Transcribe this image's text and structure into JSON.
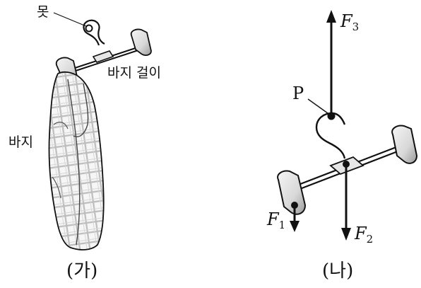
{
  "left_panel": {
    "label_nail": "못",
    "label_hanger": "바지 걸이",
    "label_pants": "바지",
    "caption": "(가)"
  },
  "right_panel": {
    "point_label": "P",
    "forces": [
      {
        "symbol": "F",
        "subscript": "3"
      },
      {
        "symbol": "F",
        "subscript": "1"
      },
      {
        "symbol": "F",
        "subscript": "2"
      }
    ],
    "caption": "(나)"
  },
  "colors": {
    "ink": "#111111",
    "clip_fill": "#e6e6e6",
    "clip_shade": "#9a9a9a",
    "pants_fill": "#f2f2f2",
    "pants_grid": "#bdbdbd"
  }
}
